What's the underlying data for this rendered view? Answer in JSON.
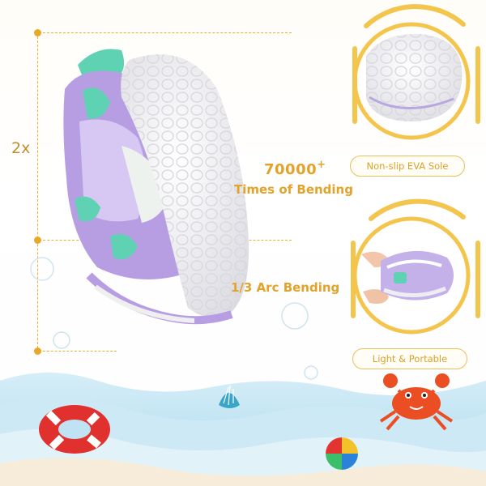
{
  "measure": {
    "label": "2x"
  },
  "bending": {
    "count": "70000",
    "suffix": "+",
    "caption": "Times of Bending"
  },
  "arc": {
    "caption": "1/3 Arc Bending"
  },
  "features": [
    {
      "label": "Non-slip EVA Sole"
    },
    {
      "label": "Light & Portable"
    }
  ],
  "colors": {
    "accent": "#e3a32a",
    "shoe_purple": "#b79ee3",
    "strap_mint": "#5fd2b4",
    "sole_white": "#f2f2f4",
    "water": "#bfe3f2"
  },
  "icons": [
    "shoe-photo",
    "sole-closeup-photo",
    "hand-bending-shoe-photo",
    "swim-ring-icon",
    "seashell-icon",
    "beach-ball-icon",
    "crab-icon",
    "bubble-icon"
  ]
}
